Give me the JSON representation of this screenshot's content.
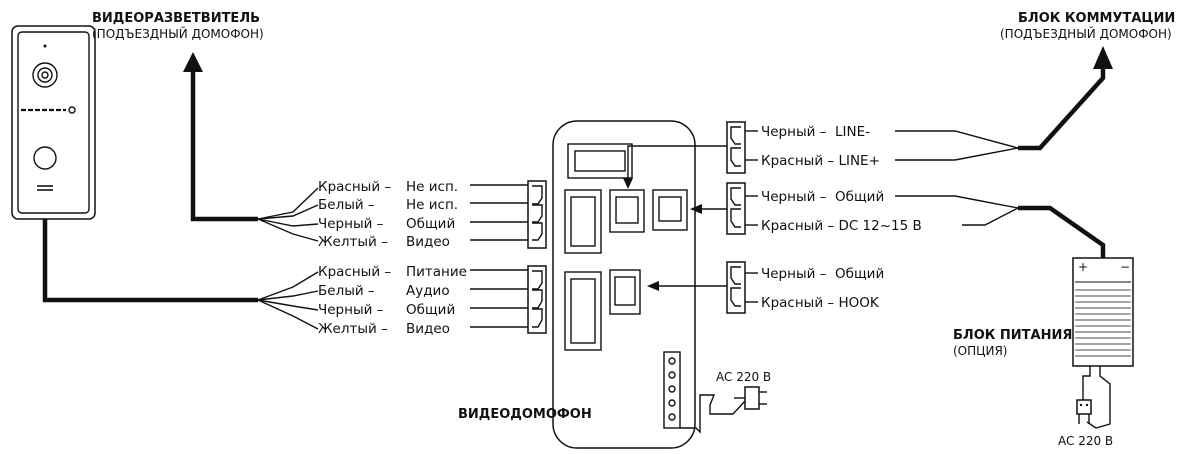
{
  "splitter": {
    "title": "ВИДЕОРАЗВЕТВИТЕЛЬ",
    "subtitle": "(ПОДЪЕЗДНЫЙ ДОМОФОН)"
  },
  "switch_block": {
    "title": "БЛОК КОММУТАЦИИ",
    "subtitle": "(ПОДЪЕЗДНЫЙ ДОМОФОН)"
  },
  "monitor": {
    "title": "ВИДЕОДОМОФОН"
  },
  "power_supply": {
    "title": "БЛОК ПИТАНИЯ",
    "subtitle": "(ОПЦИЯ)",
    "plus": "+",
    "minus": "−"
  },
  "ac_label_monitor": "AC 220 В",
  "ac_label_psu": "AC 220 В",
  "left_upper_wires": [
    {
      "color": "Красный –",
      "function": "Не исп."
    },
    {
      "color": "Белый –",
      "function": "Не исп."
    },
    {
      "color": "Черный –",
      "function": "Общий"
    },
    {
      "color": "Желтый –",
      "function": "Видео"
    }
  ],
  "left_lower_wires": [
    {
      "color": "Красный –",
      "function": "Питание"
    },
    {
      "color": "Белый –",
      "function": "Аудио"
    },
    {
      "color": "Черный –",
      "function": "Общий"
    },
    {
      "color": "Желтый –",
      "function": "Видео"
    }
  ],
  "right_line_wires": [
    {
      "text": "Черный –  LINE-"
    },
    {
      "text": "Красный – LINE+"
    }
  ],
  "right_power_wires": [
    {
      "text": "Черный –  Общий"
    },
    {
      "text": "Красный – DC 12~15 В"
    }
  ],
  "right_hook_wires": [
    {
      "text": "Черный –  Общий"
    },
    {
      "text": "Красный – HOOK"
    }
  ]
}
